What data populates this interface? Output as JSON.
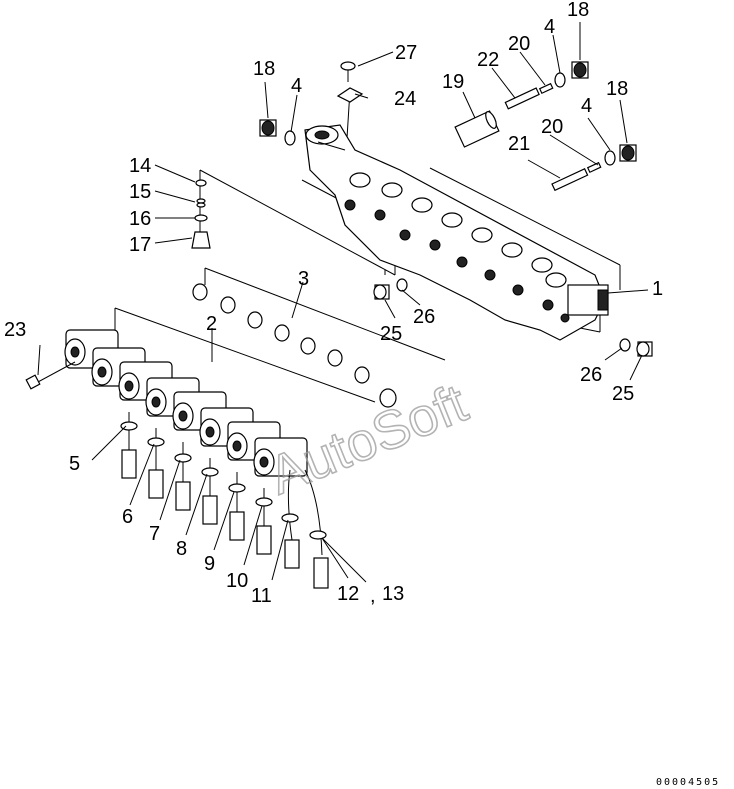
{
  "diagram": {
    "callouts": [
      "1",
      "2",
      "3",
      "4",
      "5",
      "6",
      "7",
      "8",
      "9",
      "10",
      "11",
      "12",
      "13",
      "14",
      "15",
      "16",
      "17",
      "18",
      "19",
      "20",
      "21",
      "22",
      "23",
      "24",
      "25",
      "26",
      "27"
    ],
    "separator": ",",
    "watermark": "AutoSoft",
    "drawing_code": "00004505"
  }
}
